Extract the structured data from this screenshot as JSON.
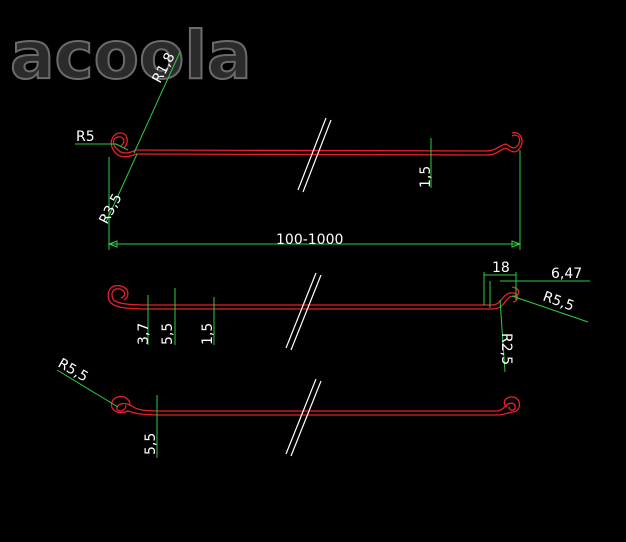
{
  "logo": {
    "text": "acoola"
  },
  "profile_top": {
    "labels": {
      "r5": "R5",
      "r18": "R1,8",
      "r35": "R3,5",
      "thickness": "1,5",
      "length": "100-1000"
    }
  },
  "profile_middle": {
    "labels": {
      "d37": "3,7",
      "d55": "5,5",
      "d15": "1,5",
      "w18": "18",
      "w647": "6,47",
      "r55": "R5,5",
      "r25": "R2,5"
    }
  },
  "profile_bottom": {
    "labels": {
      "r55": "R5,5",
      "d55": "5,5"
    }
  },
  "colors": {
    "background": "#000000",
    "profile": "#e8202a",
    "dimension": "#2ecc40",
    "text": "#ffffff",
    "break_mark": "#ffffff"
  }
}
